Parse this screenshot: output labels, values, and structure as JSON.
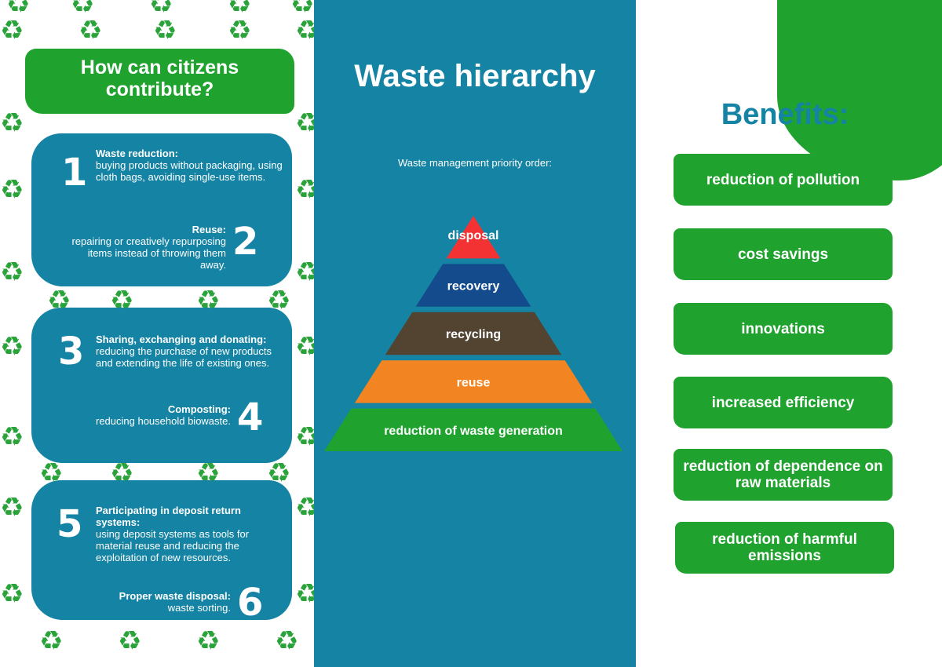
{
  "left": {
    "title": "How can citizens contribute?",
    "items": [
      {
        "number": "1",
        "heading": "Waste reduction:",
        "text": "buying products without packaging, using cloth bags, avoiding single-use items."
      },
      {
        "number": "2",
        "heading": "Reuse:",
        "text": "repairing or creatively repurposing items instead of throwing them away."
      },
      {
        "number": "3",
        "heading": "Sharing, exchanging and donating:",
        "text": "reducing the purchase of new products and extending the life of existing ones."
      },
      {
        "number": "4",
        "heading": "Composting:",
        "text": "reducing household biowaste."
      },
      {
        "number": "5",
        "heading": "Participating in deposit return systems:",
        "text": "using deposit systems as tools for material reuse and reducing the exploitation of new resources."
      },
      {
        "number": "6",
        "heading": "Proper waste disposal:",
        "text": "waste sorting."
      }
    ]
  },
  "middle": {
    "title": "Waste hierarchy",
    "subtitle": "Waste management priority order:",
    "pyramid": [
      {
        "label": "disposal",
        "color": "#f33333"
      },
      {
        "label": "recovery",
        "color": "#144b8c"
      },
      {
        "label": "recycling",
        "color": "#524430"
      },
      {
        "label": "reuse",
        "color": "#f28421"
      },
      {
        "label": "reduction of waste generation",
        "color": "#1fa22e"
      }
    ]
  },
  "right": {
    "title": "Benefits:",
    "items": [
      "reduction of pollution",
      "cost savings",
      "innovations",
      "increased efficiency",
      "reduction of dependence on raw materials",
      "reduction of harmful emissions"
    ]
  },
  "colors": {
    "teal": "#1583a3",
    "green": "#1fa22e"
  }
}
